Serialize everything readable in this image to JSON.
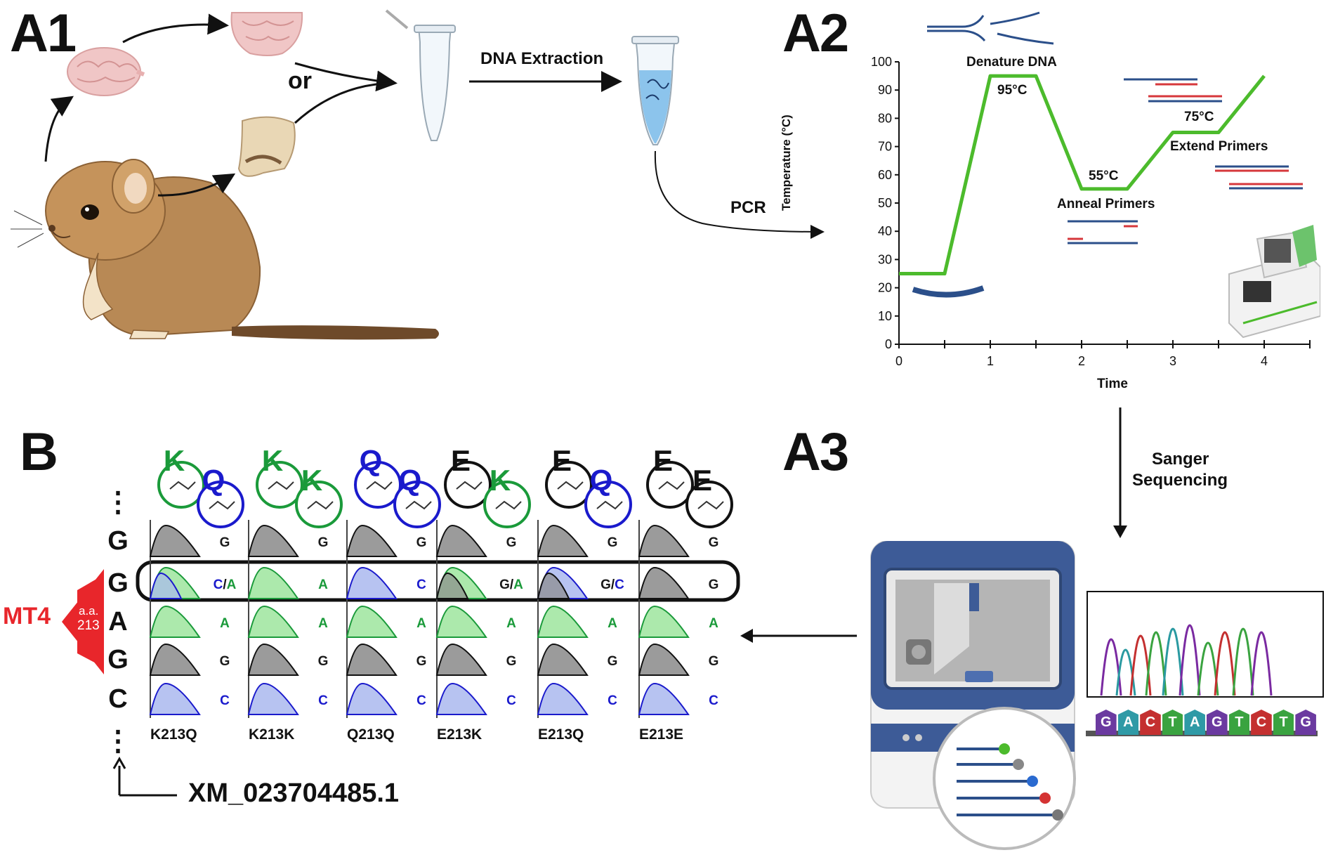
{
  "panels": {
    "a1": "A1",
    "a2": "A2",
    "a3": "A3",
    "b": "B"
  },
  "a1": {
    "or_label": "or",
    "extraction_label": "DNA Extraction",
    "pcr_label": "PCR"
  },
  "a2": {
    "ylabel": "Temperature (°C)",
    "xlabel": "Time",
    "denature_label": "Denature DNA",
    "anneal_label": "Anneal Primers",
    "extend_label": "Extend Primers",
    "temp_denature": "95°C",
    "temp_anneal": "55°C",
    "temp_extend": "75°C"
  },
  "chart_data": {
    "type": "line",
    "title": "",
    "xlabel": "Time",
    "ylabel": "Temperature (°C)",
    "xlim": [
      0,
      4.5
    ],
    "ylim": [
      0,
      100
    ],
    "x_ticks": [
      "0",
      "1",
      "2",
      "3",
      "4"
    ],
    "y_ticks": [
      "0",
      "10",
      "20",
      "30",
      "40",
      "50",
      "60",
      "70",
      "80",
      "90",
      "100"
    ],
    "series": [
      {
        "color": "#4cbb2c",
        "x": [
          0,
          0.5,
          1.0,
          1.5,
          2.0,
          2.5,
          3.0,
          3.5,
          4.0
        ],
        "y": [
          25,
          25,
          95,
          95,
          55,
          55,
          75,
          75,
          95
        ]
      }
    ],
    "annotations": [
      "Denature DNA",
      "95°C",
      "Anneal Primers",
      "55°C",
      "Extend Primers",
      "75°C"
    ]
  },
  "a3": {
    "sanger_label_1": "Sanger",
    "sanger_label_2": "Sequencing",
    "bases": [
      "G",
      "A",
      "C",
      "T",
      "A",
      "G",
      "T",
      "C",
      "T",
      "G"
    ]
  },
  "b": {
    "mt4_label": "MT4",
    "aa_label": "a.a.",
    "aa_number": "213",
    "accession": "XM_023704485.1",
    "dots": "⋮",
    "sequence": [
      "G",
      "G",
      "A",
      "G",
      "C"
    ],
    "samples": [
      {
        "name": "K213Q",
        "aa1": "K",
        "aa2": "Q",
        "calls": [
          "G",
          "C/A",
          "A",
          "G",
          "C"
        ]
      },
      {
        "name": "K213K",
        "aa1": "K",
        "aa2": "K",
        "calls": [
          "G",
          "A",
          "A",
          "G",
          "C"
        ]
      },
      {
        "name": "Q213Q",
        "aa1": "Q",
        "aa2": "Q",
        "calls": [
          "G",
          "C",
          "A",
          "G",
          "C"
        ]
      },
      {
        "name": "E213K",
        "aa1": "E",
        "aa2": "K",
        "calls": [
          "G",
          "G/A",
          "A",
          "G",
          "C"
        ]
      },
      {
        "name": "E213Q",
        "aa1": "E",
        "aa2": "Q",
        "calls": [
          "G",
          "G/C",
          "A",
          "G",
          "C"
        ]
      },
      {
        "name": "E213E",
        "aa1": "E",
        "aa2": "E",
        "calls": [
          "G",
          "G",
          "A",
          "G",
          "C"
        ]
      }
    ]
  },
  "colors": {
    "g": "#1a1a1a",
    "a": "#1a9a3a",
    "c": "#1a1acc",
    "t": "#cc2222",
    "mt4": "#e8262b",
    "pcr_line": "#4cbb2c"
  }
}
